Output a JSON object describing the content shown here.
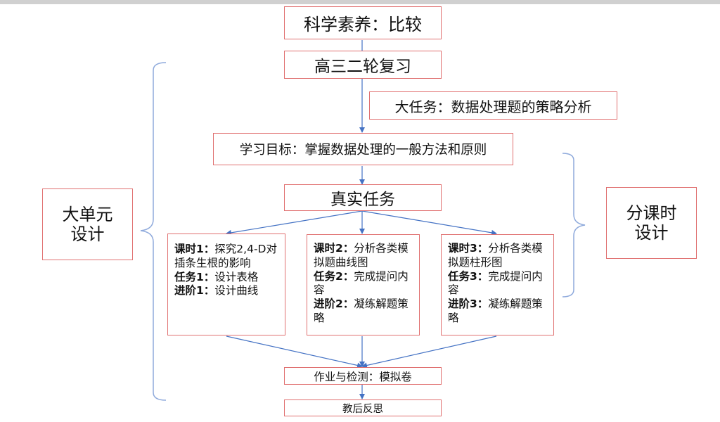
{
  "nodes": {
    "title": "科学素养：比较",
    "review": "高三二轮复习",
    "big_task": "大任务：数据处理题的策略分析",
    "goal": "学习目标：掌握数据处理的一般方法和原则",
    "real_task": "真实任务",
    "homework": "作业与检测：模拟卷",
    "reflection": "教后反思"
  },
  "side_labels": {
    "left_line1": "大单元",
    "left_line2": "设计",
    "right_line1": "分课时",
    "right_line2": "设计"
  },
  "lessons": [
    {
      "l1_head": "课时1：",
      "l1_text": "探究2,4-D对插条生根的影响",
      "l2_head": "任务1：",
      "l2_text": "设计表格",
      "l3_head": "进阶1：",
      "l3_text": "设计曲线"
    },
    {
      "l1_head": "课时2：",
      "l1_text": "分析各类模拟题曲线图",
      "l2_head": "任务2：",
      "l2_text": "完成提问内容",
      "l3_head": "进阶2：",
      "l3_text": "凝练解题策略"
    },
    {
      "l1_head": "课时3：",
      "l1_text": "分析各类模拟题柱形图",
      "l2_head": "任务3：",
      "l2_text": "完成提问内容",
      "l3_head": "进阶3：",
      "l3_text": "凝练解题策略"
    }
  ],
  "colors": {
    "box_border": "#e07070",
    "arrow": "#4472c4",
    "brace": "#8faadc"
  }
}
